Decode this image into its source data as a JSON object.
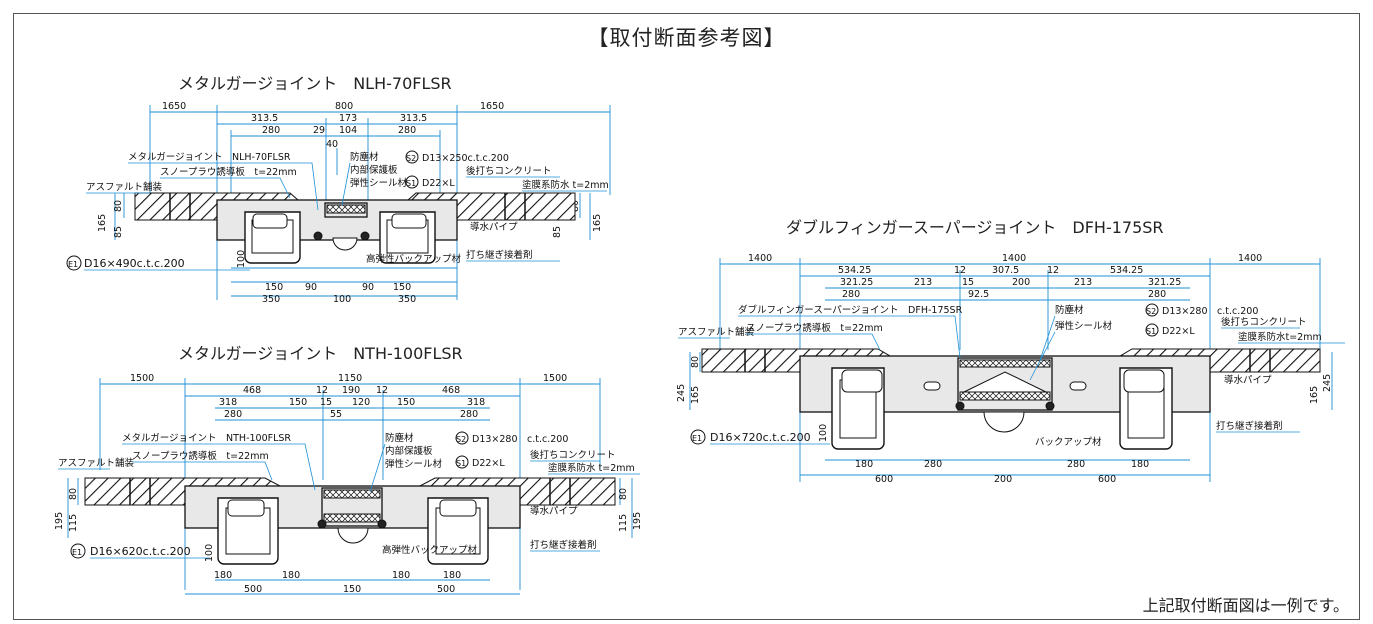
{
  "title": "【取付断面参考図】",
  "footer_note": "上記取付断面図は一例です。",
  "drawings": {
    "nlh": {
      "title": "メタルガージョイント　NLH-70FLSR",
      "dims": [
        "1650",
        "800",
        "1650",
        "313.5",
        "173",
        "313.5",
        "280",
        "29",
        "104",
        "280",
        "40",
        "165",
        "80",
        "85",
        "85",
        "80",
        "165",
        "100",
        "150",
        "90",
        "90",
        "150",
        "350",
        "100",
        "350"
      ],
      "labels": {
        "product": "メタルガージョイント　NLH-70FLSR",
        "plow": "スノープラウ誘導板　t=22mm",
        "asphalt": "アスファルト舗装",
        "dust": "防塵材",
        "inner": "内部保護板",
        "seal": "弾性シール材",
        "s2": "S2",
        "s2_text": "D13×250c.t.c.200",
        "s1": "S1",
        "s1_text": "D22×L",
        "concrete": "後打ちコンクリート",
        "waterproof": "塗膜系防水 t=2mm",
        "drain": "導水パイプ",
        "backup": "高弾性バックアップ材",
        "adhesive": "打ち継ぎ接着剤",
        "e1": "E1",
        "e1_text": "D16×490c.t.c.200"
      }
    },
    "nth": {
      "title": "メタルガージョイント　NTH-100FLSR",
      "dims": [
        "1500",
        "1150",
        "1500",
        "468",
        "12",
        "190",
        "12",
        "468",
        "318",
        "150",
        "15",
        "120",
        "150",
        "318",
        "280",
        "55",
        "280",
        "195",
        "115",
        "80",
        "80",
        "115",
        "195",
        "100",
        "180",
        "180",
        "180",
        "180",
        "500",
        "150",
        "500"
      ],
      "labels": {
        "product": "メタルガージョイント　NTH-100FLSR",
        "plow": "スノープラウ誘導板　t=22mm",
        "asphalt": "アスファルト舗装",
        "dust": "防塵材",
        "inner": "内部保護板",
        "seal": "弾性シール材",
        "s2": "S2",
        "s2_text": "D13×280　c.t.c.200",
        "s1": "S1",
        "s1_text": "D22×L",
        "concrete": "後打ちコンクリート",
        "waterproof": "塗膜系防水 t=2mm",
        "drain": "導水パイプ",
        "backup": "高弾性バックアップ材",
        "adhesive": "打ち継ぎ接着剤",
        "e1": "E1",
        "e1_text": "D16×620c.t.c.200"
      }
    },
    "dfh": {
      "title": "ダブルフィンガースーパージョイント　DFH-175SR",
      "dims": [
        "1400",
        "1400",
        "1400",
        "534.25",
        "12",
        "307.5",
        "12",
        "534.25",
        "321.25",
        "213",
        "15",
        "200",
        "213",
        "321.25",
        "280",
        "92.5",
        "280",
        "245",
        "165",
        "80",
        "80",
        "165",
        "245",
        "100",
        "180",
        "280",
        "280",
        "180",
        "600",
        "200",
        "600"
      ],
      "labels": {
        "product": "ダブルフィンガースーパージョイント　DFH-175SR",
        "plow": "スノープラウ誘導板　t=22mm",
        "asphalt": "アスファルト舗装",
        "dust": "防塵材",
        "seal": "弾性シール材",
        "s2": "S2",
        "s2_text": "D13×280　c.t.c.200",
        "s1": "S1",
        "s1_text": "D22×L",
        "concrete": "後打ちコンクリート",
        "waterproof": "塗膜系防水t=2mm",
        "drain": "導水パイプ",
        "backup": "バックアップ材",
        "adhesive": "打ち継ぎ接着剤",
        "e1": "E1",
        "e1_text": "D16×720c.t.c.200"
      }
    }
  }
}
